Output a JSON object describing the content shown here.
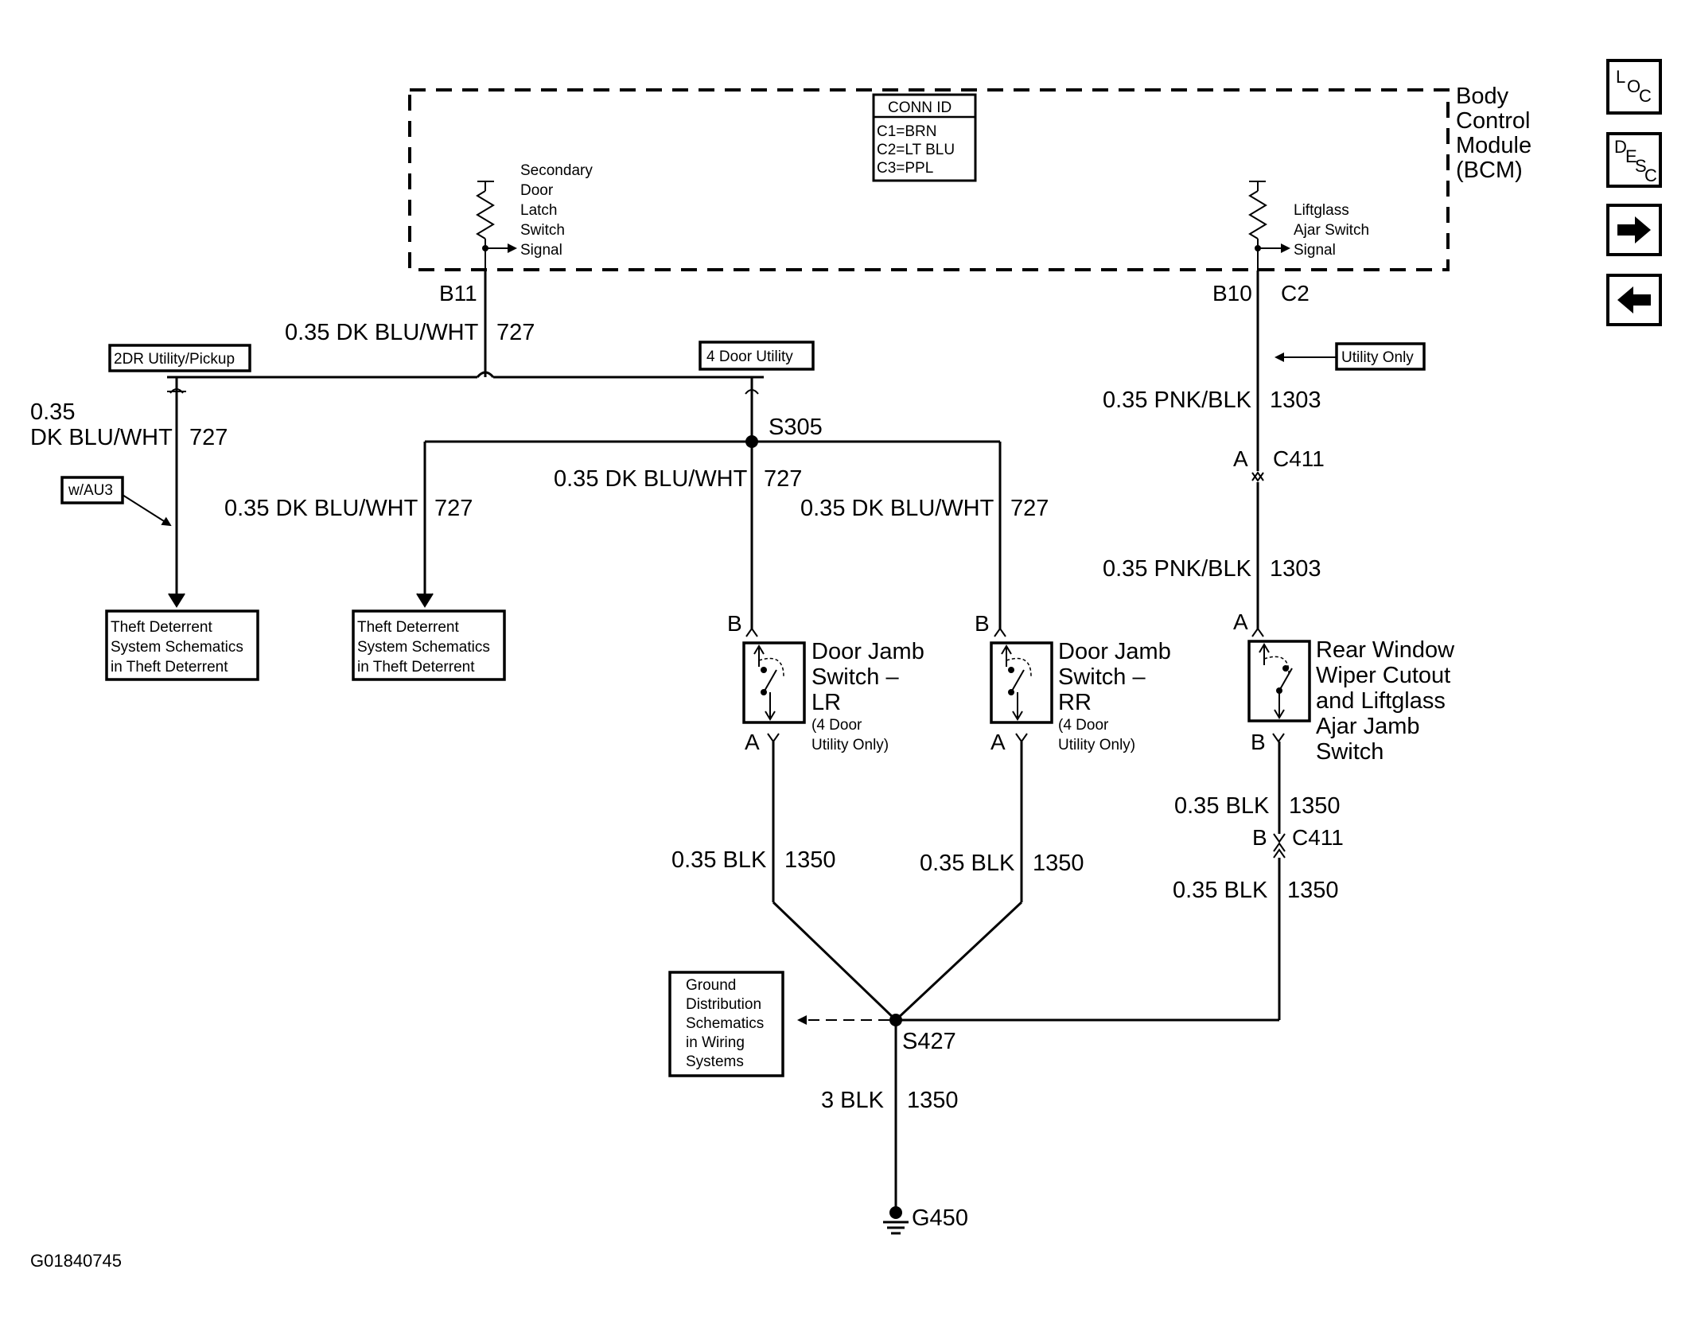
{
  "bcm": {
    "name_lines": [
      "Body",
      "Control",
      "Module",
      "(BCM)"
    ],
    "conn_id": {
      "title": "CONN ID",
      "lines": [
        "C1=BRN",
        "C2=LT BLU",
        "C3=PPL"
      ]
    },
    "secondary_signal_lines": [
      "Secondary",
      "Door",
      "Latch",
      "Switch",
      "Signal"
    ],
    "liftglass_signal_lines": [
      "Liftglass",
      "Ajar Switch",
      "Signal"
    ],
    "pin_b11": "B11",
    "pin_b10": "B10",
    "conn_c2": "C2"
  },
  "nav": {
    "loc": [
      "L",
      "O",
      "C"
    ],
    "desc": [
      "D",
      "E",
      "S",
      "C"
    ],
    "next_icon": "arrow-right-icon",
    "prev_icon": "arrow-left-icon"
  },
  "options": {
    "two_dr": "2DR Utility/Pickup",
    "four_door": "4 Door Utility",
    "utility_only": "Utility Only",
    "w_au3": "w/AU3"
  },
  "wires": {
    "main_727": {
      "gauge_color": "0.35 DK BLU/WHT",
      "circuit": "727"
    },
    "left_727": {
      "gauge": "0.35",
      "color": "DK BLU/WHT",
      "circuit": "727"
    },
    "mid_727": {
      "gauge_color": "0.35 DK BLU/WHT",
      "circuit": "727"
    },
    "lr_727": {
      "gauge_color": "0.35 DK BLU/WHT",
      "circuit": "727"
    },
    "rr_727": {
      "gauge_color": "0.35 DK BLU/WHT",
      "circuit": "727"
    },
    "pnk_top": {
      "gauge_color": "0.35 PNK/BLK",
      "circuit": "1303"
    },
    "pnk_bottom": {
      "gauge_color": "0.35 PNK/BLK",
      "circuit": "1303"
    },
    "lr_blk": {
      "gauge_color": "0.35 BLK",
      "circuit": "1350"
    },
    "rr_blk": {
      "gauge_color": "0.35 BLK",
      "circuit": "1350"
    },
    "rw_blk_top": {
      "gauge_color": "0.35 BLK",
      "circuit": "1350"
    },
    "rw_blk_bottom": {
      "gauge_color": "0.35 BLK",
      "circuit": "1350"
    },
    "ground": {
      "gauge_color": "3 BLK",
      "circuit": "1350"
    }
  },
  "splices": {
    "s305": "S305",
    "s427": "S427"
  },
  "connectors": {
    "c411": "C411",
    "pin_a": "A",
    "pin_b": "B"
  },
  "ground_point": "G450",
  "refs": {
    "theft1": [
      "Theft Deterrent",
      "System Schematics",
      "in Theft Deterrent"
    ],
    "theft2": [
      "Theft Deterrent",
      "System Schematics",
      "in Theft Deterrent"
    ],
    "ground_dist": [
      "Ground",
      "Distribution",
      "Schematics",
      "in Wiring",
      "Systems"
    ]
  },
  "components": {
    "lr": {
      "name": [
        "Door Jamb",
        "Switch –",
        "LR"
      ],
      "note": [
        "(4 Door",
        "Utility Only)"
      ]
    },
    "rr": {
      "name": [
        "Door Jamb",
        "Switch –",
        "RR"
      ],
      "note": [
        "(4 Door",
        "Utility Only)"
      ]
    },
    "rear": {
      "name": [
        "Rear Window",
        "Wiper Cutout",
        "and Liftglass",
        "Ajar Jamb",
        "Switch"
      ]
    }
  },
  "figure_id": "G01840745"
}
